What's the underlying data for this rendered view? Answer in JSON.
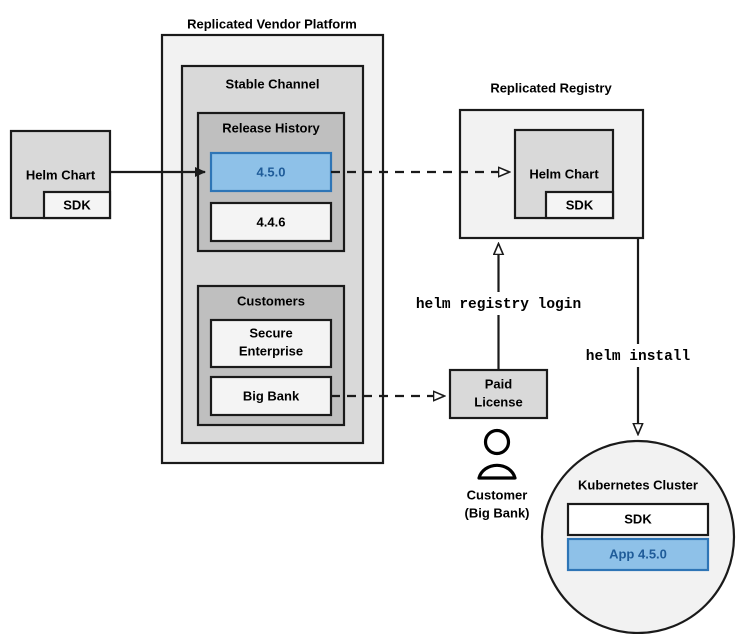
{
  "diagram": {
    "title": "Replicated vendor platform Helm chart distribution flow",
    "colors": {
      "accent_blue_fill": "#8ec1e8",
      "accent_blue_stroke": "#2e75b6",
      "accent_blue_text": "#1f5c99",
      "level1_gray": "#f2f2f2",
      "level2_gray": "#d9d9d9",
      "level3_gray": "#bfbfbf",
      "box_white": "#f4f4f4",
      "stroke": "#1a1a1a"
    }
  },
  "source_chart": {
    "helm_chart_label": "Helm Chart",
    "sdk_label": "SDK"
  },
  "vendor_platform": {
    "title": "Replicated Vendor Platform",
    "channel": {
      "title": "Stable Channel",
      "release_history": {
        "title": "Release History",
        "releases": [
          {
            "version": "4.5.0",
            "highlighted": true
          },
          {
            "version": "4.4.6",
            "highlighted": false
          }
        ]
      },
      "customers": {
        "title": "Customers",
        "entries": [
          {
            "name": "Secure\nEnterprise",
            "line1": "Secure",
            "line2": "Enterprise"
          },
          {
            "name": "Big Bank",
            "line1": "Big Bank",
            "line2": ""
          }
        ]
      }
    }
  },
  "registry": {
    "title": "Replicated Registry",
    "helm_chart_label": "Helm Chart",
    "sdk_label": "SDK"
  },
  "license": {
    "line1": "Paid",
    "line2": "License"
  },
  "customer": {
    "line1": "Customer",
    "line2": "(Big Bank)",
    "icon": "person-icon"
  },
  "cluster": {
    "title": "Kubernetes Cluster",
    "items": [
      {
        "label": "SDK",
        "highlighted": false
      },
      {
        "label": "App 4.5.0",
        "highlighted": true
      }
    ]
  },
  "commands": {
    "registry_login": "helm registry login",
    "install": "helm install"
  }
}
